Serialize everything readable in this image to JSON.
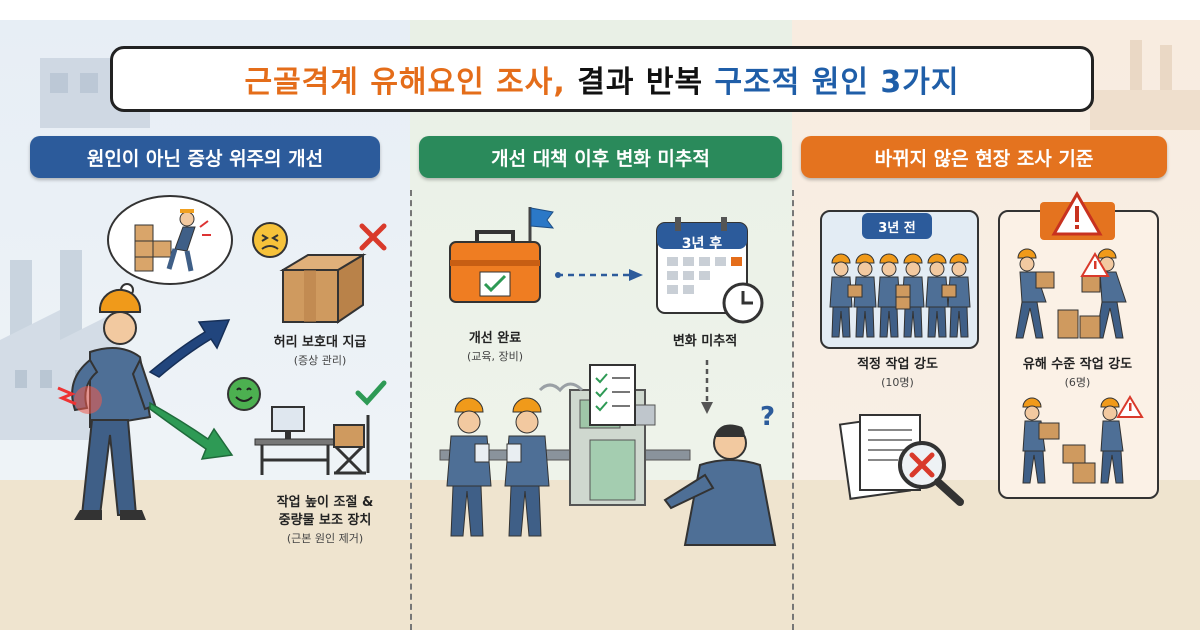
{
  "title": {
    "part1": "근골격계 유해요인 조사,",
    "part2": "결과 반복",
    "part3": "구조적 원인 3가지"
  },
  "sections": [
    {
      "banner": "원인이 아닌 증상 위주의 개선",
      "items": [
        {
          "label": "허리 보호대 지급",
          "sub": "(증상 관리)"
        },
        {
          "label_line1": "작업 높이 조절 &",
          "label_line2": "중량물 보조 장치",
          "sub": "(근본 원인 제거)"
        }
      ]
    },
    {
      "banner": "개선 대책 이후 변화 미추적",
      "items": [
        {
          "label": "개선 완료",
          "sub": "(교육, 장비)"
        },
        {
          "label": "변화 미추적"
        }
      ],
      "calendar_label": "3년 후"
    },
    {
      "banner": "바뀌지 않은 현장 조사 기준",
      "before_tag": "3년 전",
      "items": [
        {
          "label": "적정 작업 강도",
          "sub": "(10명)"
        },
        {
          "label": "유해 수준 작업 강도",
          "sub": "(6명)"
        }
      ]
    }
  ],
  "colors": {
    "blue": "#2c5b9b",
    "green": "#2a8a5b",
    "orange": "#e4731f",
    "title_orange": "#e46d1a",
    "title_blue": "#1f5ea8"
  }
}
